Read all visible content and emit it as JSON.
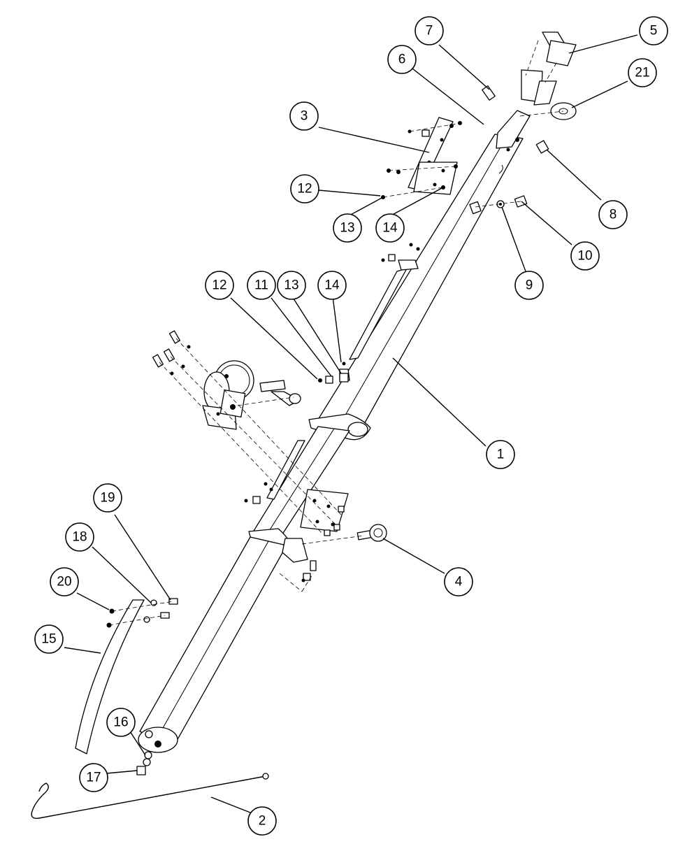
{
  "callouts": [
    {
      "id": "1",
      "label": "1"
    },
    {
      "id": "2",
      "label": "2"
    },
    {
      "id": "3",
      "label": "3"
    },
    {
      "id": "4",
      "label": "4"
    },
    {
      "id": "5",
      "label": "5"
    },
    {
      "id": "6",
      "label": "6"
    },
    {
      "id": "7",
      "label": "7"
    },
    {
      "id": "8",
      "label": "8"
    },
    {
      "id": "9",
      "label": "9"
    },
    {
      "id": "10",
      "label": "10"
    },
    {
      "id": "11",
      "label": "11"
    },
    {
      "id": "12a",
      "label": "12"
    },
    {
      "id": "12b",
      "label": "12"
    },
    {
      "id": "13a",
      "label": "13"
    },
    {
      "id": "13b",
      "label": "13"
    },
    {
      "id": "14a",
      "label": "14"
    },
    {
      "id": "14b",
      "label": "14"
    },
    {
      "id": "15",
      "label": "15"
    },
    {
      "id": "16",
      "label": "16"
    },
    {
      "id": "17",
      "label": "17"
    },
    {
      "id": "18",
      "label": "18"
    },
    {
      "id": "19",
      "label": "19"
    },
    {
      "id": "20",
      "label": "20"
    },
    {
      "id": "21",
      "label": "21"
    }
  ]
}
